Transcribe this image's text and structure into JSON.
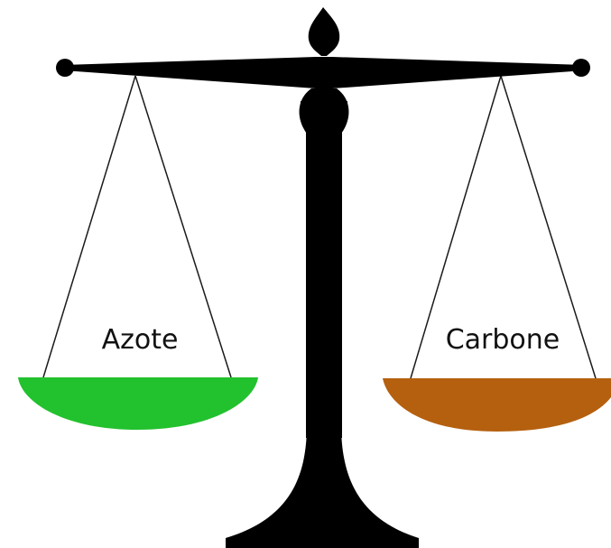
{
  "diagram": {
    "type": "balance-scale",
    "left_pan": {
      "label": "Azote",
      "color": "#22c12e"
    },
    "right_pan": {
      "label": "Carbone",
      "color": "#b5600f"
    },
    "scale_color": "#000000",
    "string_color": "#1a1a1a",
    "background": "#ffffff"
  }
}
